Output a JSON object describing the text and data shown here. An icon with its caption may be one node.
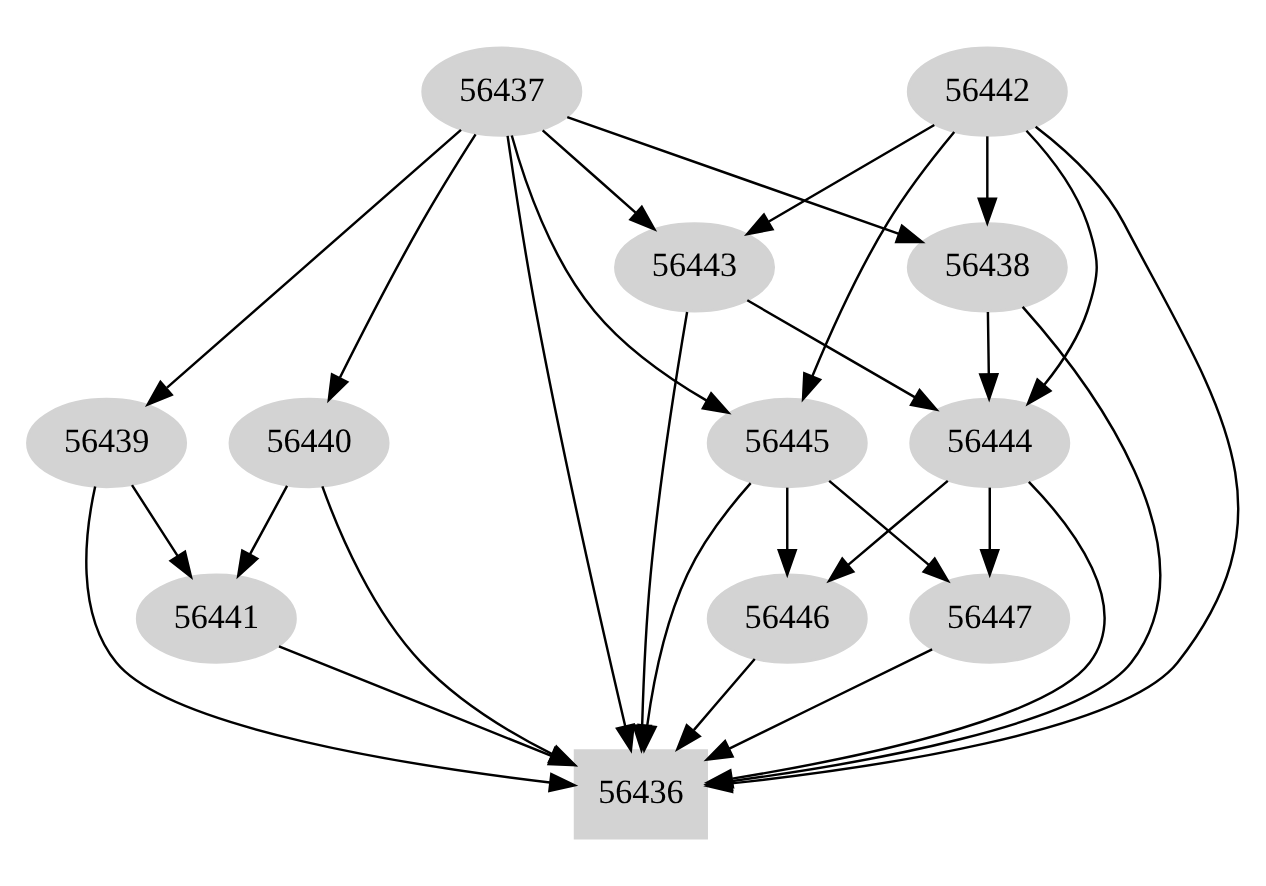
{
  "diagram": {
    "nodes": [
      {
        "text": [
          "56437"
        ]
      },
      {
        "text": [
          "56442"
        ]
      },
      {
        "text": [
          "56443"
        ]
      },
      {
        "text": [
          "56438"
        ]
      },
      {
        "text": [
          "56439"
        ]
      },
      {
        "text": [
          "56440"
        ]
      },
      {
        "text": [
          "56445"
        ]
      },
      {
        "text": [
          "56444"
        ]
      },
      {
        "text": [
          "56441"
        ]
      },
      {
        "text": [
          "56446"
        ]
      },
      {
        "text": [
          "56447"
        ]
      },
      {
        "text": [
          "56436"
        ]
      }
    ],
    "edges": [
      {
        "from": 0,
        "to": 11,
        "arrow": "to"
      },
      {
        "from": 0,
        "to": 4,
        "arrow": "to"
      },
      {
        "from": 0,
        "to": 5,
        "arrow": "to"
      },
      {
        "from": 0,
        "to": 6,
        "arrow": "to"
      },
      {
        "from": 0,
        "to": 2,
        "arrow": "to"
      },
      {
        "from": 0,
        "to": 3,
        "arrow": "to"
      },
      {
        "from": 1,
        "to": 2,
        "arrow": "to"
      },
      {
        "from": 1,
        "to": 6,
        "arrow": "to"
      },
      {
        "from": 1,
        "to": 3,
        "arrow": "to"
      },
      {
        "from": 1,
        "to": 7,
        "arrow": "to"
      },
      {
        "from": 1,
        "to": 11,
        "arrow": "to"
      },
      {
        "from": 2,
        "to": 11,
        "arrow": "to"
      },
      {
        "from": 2,
        "to": 7,
        "arrow": "to"
      },
      {
        "from": 3,
        "to": 7,
        "arrow": "to"
      },
      {
        "from": 3,
        "to": 11,
        "arrow": "to"
      },
      {
        "from": 4,
        "to": 11,
        "arrow": "to"
      },
      {
        "from": 4,
        "to": 8,
        "arrow": "to"
      },
      {
        "from": 5,
        "to": 8,
        "arrow": "to"
      },
      {
        "from": 5,
        "to": 11,
        "arrow": "to"
      },
      {
        "from": 6,
        "to": 11,
        "arrow": "to"
      },
      {
        "from": 6,
        "to": 9,
        "arrow": "to"
      },
      {
        "from": 6,
        "to": 10,
        "arrow": "to"
      },
      {
        "from": 7,
        "to": 9,
        "arrow": "to"
      },
      {
        "from": 7,
        "to": 10,
        "arrow": "to"
      },
      {
        "from": 7,
        "to": 11,
        "arrow": "to"
      },
      {
        "from": 8,
        "to": 11,
        "arrow": "to"
      },
      {
        "from": 9,
        "to": 11,
        "arrow": "to"
      },
      {
        "from": 10,
        "to": 11,
        "arrow": "to"
      }
    ]
  }
}
